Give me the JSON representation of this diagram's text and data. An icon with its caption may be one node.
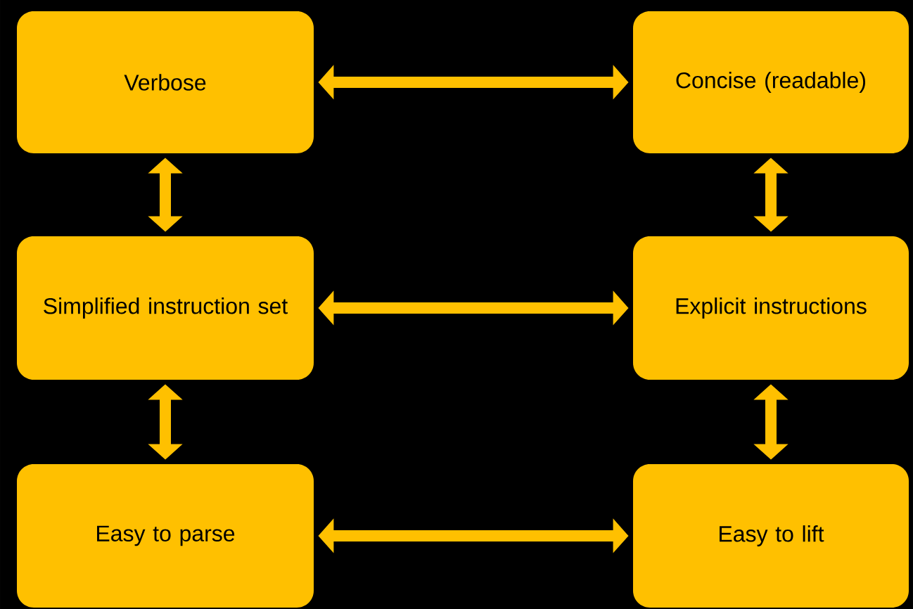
{
  "diagram": {
    "nodes": [
      {
        "text": [
          "Verbose"
        ]
      },
      {
        "text": [
          "Concise (readable)"
        ]
      },
      {
        "text": [
          "Simplified instruction set"
        ]
      },
      {
        "text": [
          "Explicit instructions"
        ]
      },
      {
        "text": [
          "Easy to parse"
        ]
      },
      {
        "text": [
          "Easy to lift"
        ]
      }
    ],
    "edges": [
      {
        "from": 0,
        "to": 1,
        "arrow": "both"
      },
      {
        "from": 0,
        "to": 2,
        "arrow": "both"
      },
      {
        "from": 1,
        "to": 3,
        "arrow": "both"
      },
      {
        "from": 2,
        "to": 3,
        "arrow": "both"
      },
      {
        "from": 2,
        "to": 4,
        "arrow": "both"
      },
      {
        "from": 3,
        "to": 5,
        "arrow": "both"
      },
      {
        "from": 4,
        "to": 5,
        "arrow": "both"
      }
    ]
  }
}
